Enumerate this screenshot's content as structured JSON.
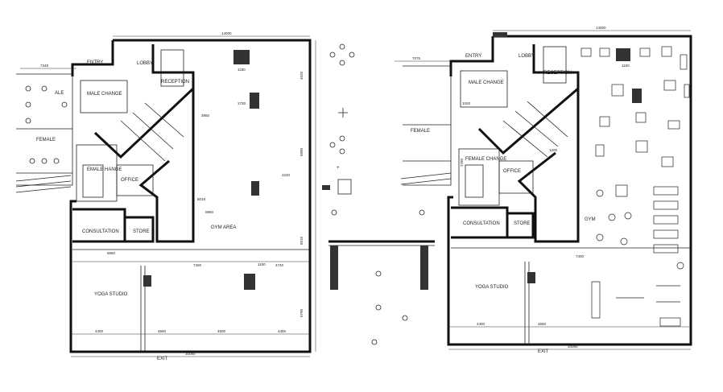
{
  "drawing": {
    "left_plan": {
      "labels": {
        "entry": "ENTRY",
        "lobby": "LOBBY",
        "reception": "RECEPTION",
        "male_change": "MALE CHANGE",
        "male_wc": "ALE",
        "female": "FEMALE",
        "female_change": "EMALE HANGE",
        "office": "OFFICE",
        "consultation": "CONSULTATION",
        "store": "STORE",
        "gym_area": "GYM AREA",
        "yoga_studio": "YOGA STUDIO",
        "exit": "EXIT"
      },
      "dims": {
        "top_total": "14000",
        "top_left": "7348",
        "d1180": "1180",
        "d1730": "1730",
        "d3950": "3950",
        "d8018": "8018",
        "d5950": "5950",
        "d2220": "2220",
        "d1100": "1100",
        "mid_left": "5660",
        "mid_mid": "7400",
        "mid_right": "4740",
        "bot_a": "4400",
        "bot_b": "4650",
        "bot_c": "4500",
        "bot_d": "4400",
        "bottom_total": "30080",
        "right_1": "4520",
        "right_2": "5890",
        "right_3": "6510",
        "right_4": "5790"
      }
    },
    "right_plan": {
      "labels": {
        "entry": "ENTRY",
        "lobby": "LOBBY",
        "reception": "RECEPTION",
        "male_change": "MALE CHANGE",
        "female": "FEMALE",
        "female_change": "FEMALE CHANGE",
        "office": "OFFICE",
        "consultation": "CONSULTATION",
        "store": "STORE",
        "gym": "GYM",
        "yoga_studio": "YOGA STUDIO",
        "exit": "EXIT"
      },
      "dims": {
        "top_total": "14000",
        "top_left": "7075",
        "d1150": "1150",
        "d1020": "1020",
        "d1200": "1200",
        "d2760": "2760",
        "mid_left": "7400",
        "bot_a": "4400",
        "bot_b": "4650",
        "bottom_total": "30080"
      }
    },
    "detail": {
      "plus": "+"
    }
  }
}
